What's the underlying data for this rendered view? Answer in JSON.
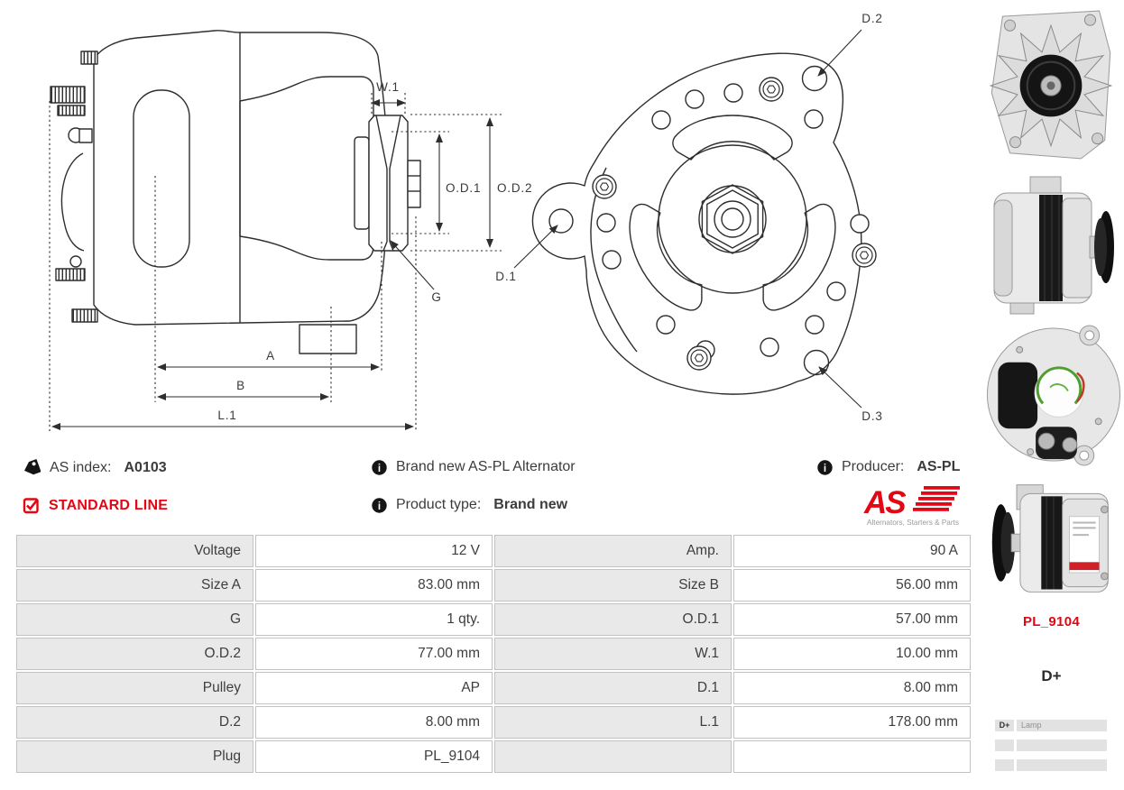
{
  "info": {
    "as_index_label": "AS index:",
    "as_index_value": "A0103",
    "standard_line": "STANDARD LINE",
    "brand_new": "Brand new AS-PL Alternator",
    "product_type_label": "Product type:",
    "product_type_value": "Brand new",
    "producer_label": "Producer:",
    "producer_value": "AS-PL",
    "logo_text": "AS",
    "logo_tagline": "Alternators, Starters & Parts"
  },
  "drawings": {
    "side": {
      "w1": "W.1",
      "od1": "O.D.1",
      "od2": "O.D.2",
      "g": "G",
      "a": "A",
      "b": "B",
      "l1": "L.1"
    },
    "front": {
      "d1": "D.1",
      "d2": "D.2",
      "d3": "D.3"
    }
  },
  "specs_table": {
    "rows": [
      {
        "label1": "Voltage",
        "value1": "12 V",
        "label2": "Amp.",
        "value2": "90 A"
      },
      {
        "label1": "Size A",
        "value1": "83.00 mm",
        "label2": "Size B",
        "value2": "56.00 mm"
      },
      {
        "label1": "G",
        "value1": "1 qty.",
        "label2": "O.D.1",
        "value2": "57.00 mm"
      },
      {
        "label1": "O.D.2",
        "value1": "77.00 mm",
        "label2": "W.1",
        "value2": "10.00 mm"
      },
      {
        "label1": "Pulley",
        "value1": "AP",
        "label2": "D.1",
        "value2": "8.00 mm"
      },
      {
        "label1": "D.2",
        "value1": "8.00 mm",
        "label2": "L.1",
        "value2": "178.00 mm"
      },
      {
        "label1": "Plug",
        "value1": "PL_9104",
        "label2": "",
        "value2": ""
      }
    ]
  },
  "sidebar": {
    "plug_code": "PL_9104",
    "terminal": "D+",
    "pinout": {
      "rows": [
        {
          "pin": "D+",
          "desc": "Lamp"
        },
        {
          "pin": "",
          "desc": ""
        },
        {
          "pin": "",
          "desc": ""
        }
      ]
    }
  },
  "colors": {
    "accent_red": "#e30613",
    "text": "#3c3c3c",
    "table_label_bg": "#e9e9e9",
    "table_border": "#c2c2c2"
  }
}
